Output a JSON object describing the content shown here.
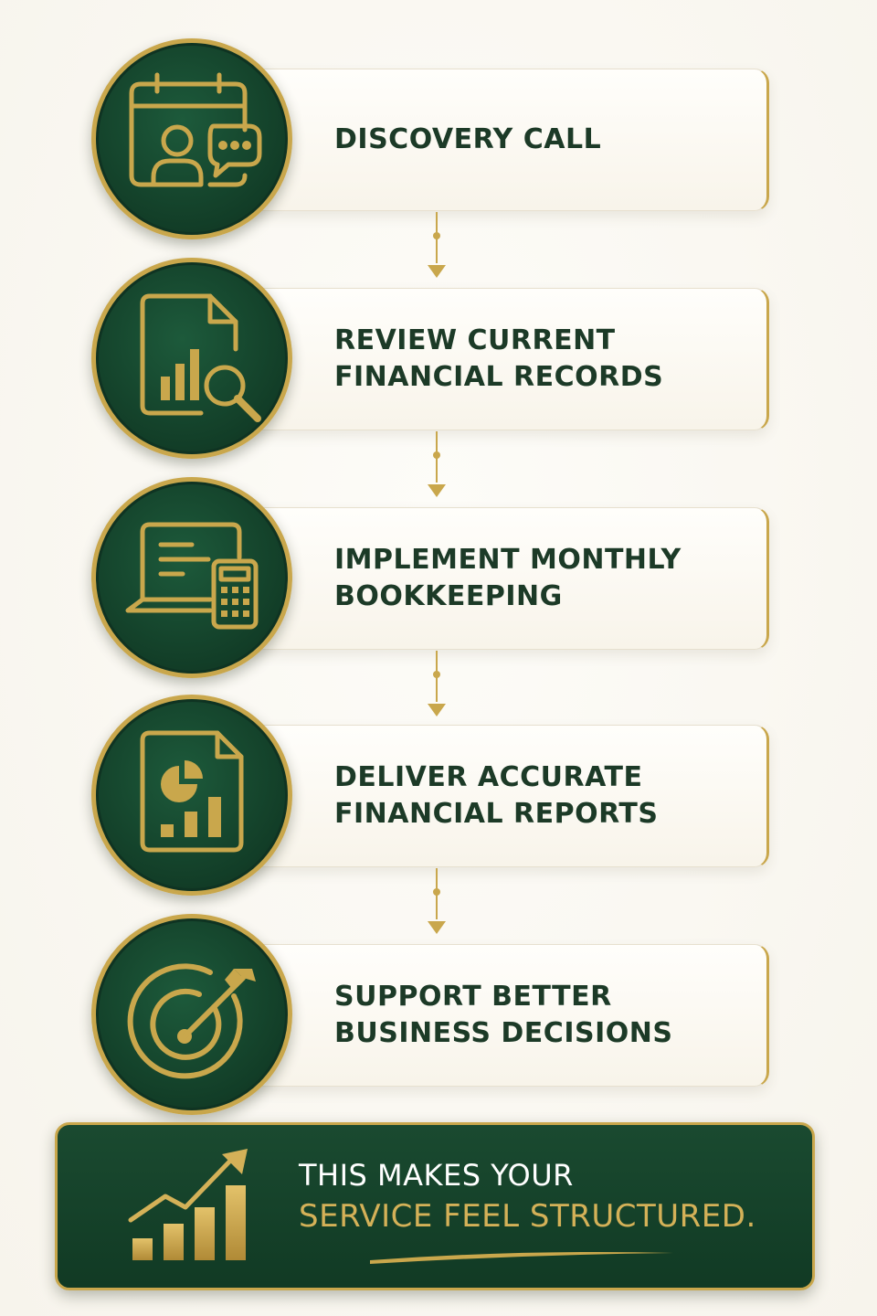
{
  "steps": [
    {
      "label": "DISCOVERY CALL",
      "icon": "calendar-chat-icon"
    },
    {
      "label": "REVIEW CURRENT\nFINANCIAL RECORDS",
      "icon": "document-search-icon"
    },
    {
      "label": "IMPLEMENT MONTHLY\nBOOKKEEPING",
      "icon": "laptop-calculator-icon"
    },
    {
      "label": "DELIVER ACCURATE\nFINANCIAL REPORTS",
      "icon": "report-chart-icon"
    },
    {
      "label": "SUPPORT BETTER\nBUSINESS DECISIONS",
      "icon": "target-icon"
    }
  ],
  "banner": {
    "line1": "THIS MAKES YOUR",
    "line2": "SERVICE FEEL STRUCTURED.",
    "icon": "growth-chart-icon"
  },
  "colors": {
    "green": "#123d27",
    "gold": "#c9a74c",
    "text": "#1c3a27",
    "background": "#faf8f3"
  }
}
